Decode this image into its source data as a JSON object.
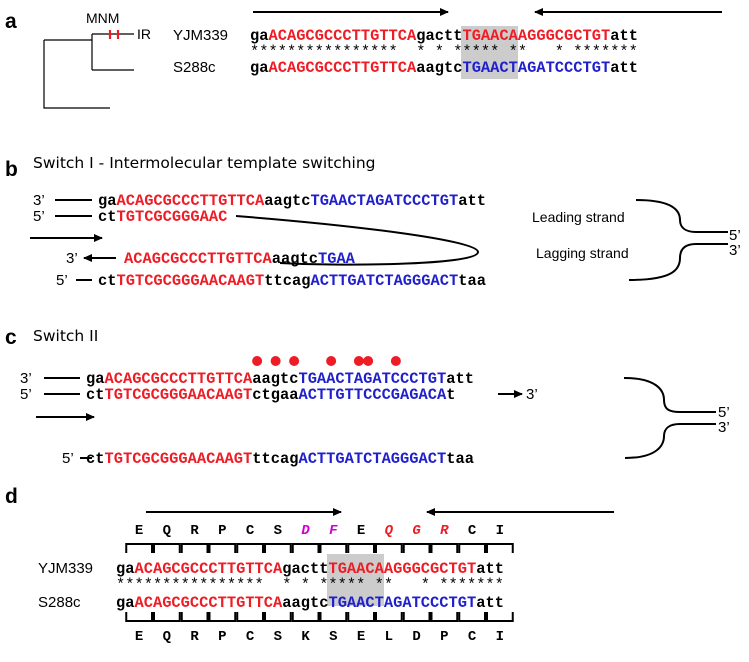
{
  "colors": {
    "red": "#ee1c25",
    "blue": "#1f1fcc",
    "black": "#000000",
    "magenta": "#d200d2",
    "shade": "#cccccc"
  },
  "panel_a": {
    "label": "a",
    "tree": {
      "mnm": "MNM",
      "ir": "IR"
    },
    "row1": {
      "name": "YJM339",
      "seq": [
        {
          "t": "ga",
          "c": "black"
        },
        {
          "t": "ACAGCGCCCTTGTTCA",
          "c": "red"
        },
        {
          "t": "gactt",
          "c": "black"
        },
        {
          "t": "TGAACAAGGGCGCTGT",
          "c": "red"
        },
        {
          "t": "att",
          "c": "black"
        }
      ]
    },
    "stars": "****************  * * ***** **   * *******",
    "row2": {
      "name": "S288c",
      "seq": [
        {
          "t": "ga",
          "c": "black"
        },
        {
          "t": "ACAGCGCCCTTGTTCA",
          "c": "red"
        },
        {
          "t": "aagtc",
          "c": "black"
        },
        {
          "t": "TGAACTAGATCCCTGT",
          "c": "blue"
        },
        {
          "t": "att",
          "c": "black"
        }
      ]
    }
  },
  "panel_b": {
    "label": "b",
    "title": "Switch I - Intermolecular template switching",
    "l1": {
      "end": "3’",
      "seq": [
        {
          "t": "ga",
          "c": "black"
        },
        {
          "t": "ACAGCGCCCTTGTTCA",
          "c": "red"
        },
        {
          "t": "aagtc",
          "c": "black"
        },
        {
          "t": "TGAACTAGATCCCTGT",
          "c": "blue"
        },
        {
          "t": "att",
          "c": "black"
        }
      ]
    },
    "l2": {
      "end": "5’",
      "seq": [
        {
          "t": "ct",
          "c": "black"
        },
        {
          "t": "TGTCGCGGGAAC",
          "c": "red"
        }
      ]
    },
    "l3": {
      "end": "3’",
      "seq": [
        {
          "t": "ACAGCGCCCTTGTTCA",
          "c": "red"
        },
        {
          "t": "aagtc",
          "c": "black"
        },
        {
          "t": "TGAA",
          "c": "blue"
        }
      ]
    },
    "l4": {
      "end": "5’",
      "seq": [
        {
          "t": "ct",
          "c": "black"
        },
        {
          "t": "TGTCGCGGGAACAAGT",
          "c": "red"
        },
        {
          "t": "ttcag",
          "c": "black"
        },
        {
          "t": "ACTTGATCTAGGGACT",
          "c": "blue"
        },
        {
          "t": "taa",
          "c": "black"
        }
      ]
    },
    "leading": "Leading strand",
    "lagging": "Lagging strand",
    "fork_top": "5’",
    "fork_bottom": "3’"
  },
  "panel_c": {
    "label": "c",
    "title": "Switch II",
    "l1": {
      "end": "3’",
      "seq": [
        {
          "t": "ga",
          "c": "black"
        },
        {
          "t": "ACAGCGCCCTTGTTCA",
          "c": "red"
        },
        {
          "t": "aagtc",
          "c": "black"
        },
        {
          "t": "TGAACTAGATCCCTGT",
          "c": "blue"
        },
        {
          "t": "att",
          "c": "black"
        }
      ]
    },
    "l2": {
      "end": "5’",
      "seq": [
        {
          "t": "ct",
          "c": "black"
        },
        {
          "t": "TGTCGCGGGAACAAGT",
          "c": "red"
        },
        {
          "t": "ctgaa",
          "c": "black"
        },
        {
          "t": "ACTTGTTCCCGAGACA",
          "c": "blue"
        },
        {
          "t": "t",
          "c": "black"
        }
      ]
    },
    "l2_tail": "3’",
    "l3": {
      "end": "5’",
      "seq": [
        {
          "t": "ct",
          "c": "black"
        },
        {
          "t": "TGTCGCGGGAACAAGT",
          "c": "red"
        },
        {
          "t": "ttcag",
          "c": "black"
        },
        {
          "t": "ACTTGATCTAGGGACT",
          "c": "blue"
        },
        {
          "t": "taa",
          "c": "black"
        }
      ]
    },
    "dots": [
      18,
      20,
      22,
      26,
      29,
      30,
      33
    ],
    "fork_top": "5’",
    "fork_bottom": "3’"
  },
  "panel_d": {
    "label": "d",
    "aa_top": [
      {
        "t": "E",
        "c": "black",
        "i": false
      },
      {
        "t": "Q",
        "c": "black",
        "i": false
      },
      {
        "t": "R",
        "c": "black",
        "i": false
      },
      {
        "t": "P",
        "c": "black",
        "i": false
      },
      {
        "t": "C",
        "c": "black",
        "i": false
      },
      {
        "t": "S",
        "c": "black",
        "i": false
      },
      {
        "t": "D",
        "c": "magenta",
        "i": true
      },
      {
        "t": "F",
        "c": "magenta",
        "i": true
      },
      {
        "t": "E",
        "c": "black",
        "i": false
      },
      {
        "t": "Q",
        "c": "red",
        "i": true
      },
      {
        "t": "G",
        "c": "red",
        "i": true
      },
      {
        "t": "R",
        "c": "red",
        "i": true
      },
      {
        "t": "C",
        "c": "black",
        "i": false
      },
      {
        "t": "I",
        "c": "black",
        "i": false
      }
    ],
    "row1": {
      "name": "YJM339",
      "seq": [
        {
          "t": "ga",
          "c": "black"
        },
        {
          "t": "ACAGCGCCCTTGTTCA",
          "c": "red"
        },
        {
          "t": "gactt",
          "c": "black"
        },
        {
          "t": "TGAACAAGGGCGCTGT",
          "c": "red"
        },
        {
          "t": "att",
          "c": "black"
        }
      ]
    },
    "stars": "****************  * * ***** **   * *******",
    "row2": {
      "name": "S288c",
      "seq": [
        {
          "t": "ga",
          "c": "black"
        },
        {
          "t": "ACAGCGCCCTTGTTCA",
          "c": "red"
        },
        {
          "t": "aagtc",
          "c": "black"
        },
        {
          "t": "TGAACTAGATCCCTGT",
          "c": "blue"
        },
        {
          "t": "att",
          "c": "black"
        }
      ]
    },
    "aa_bottom": [
      {
        "t": "E"
      },
      {
        "t": "Q"
      },
      {
        "t": "R"
      },
      {
        "t": "P"
      },
      {
        "t": "C"
      },
      {
        "t": "S"
      },
      {
        "t": "K"
      },
      {
        "t": "S"
      },
      {
        "t": "E"
      },
      {
        "t": "L"
      },
      {
        "t": "D"
      },
      {
        "t": "P"
      },
      {
        "t": "C"
      },
      {
        "t": "I"
      }
    ]
  }
}
